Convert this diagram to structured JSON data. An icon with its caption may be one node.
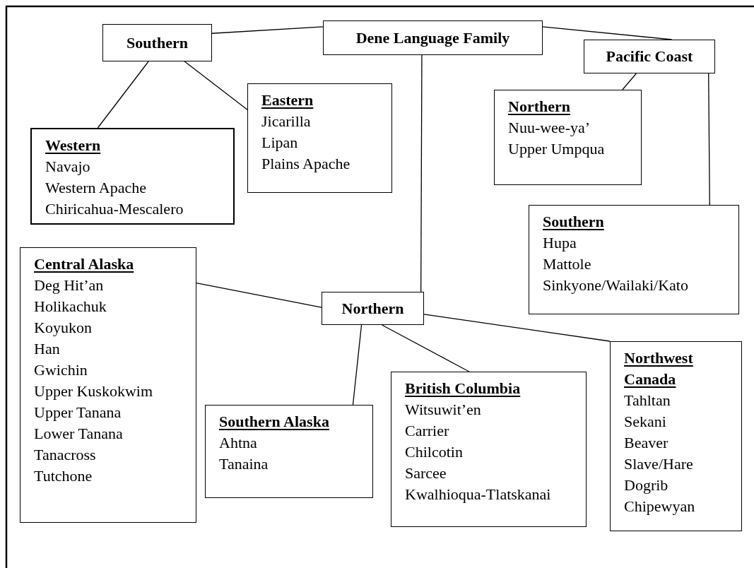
{
  "diagram": {
    "nodes": [
      {
        "text": [
          "Dene Language Family"
        ]
      },
      {
        "text": [
          "Southern"
        ]
      },
      {
        "text": [
          "Pacific Coast"
        ]
      },
      {
        "text": [
          "Western",
          "Navajo",
          "Western Apache",
          "Chiricahua-Mescalero"
        ]
      },
      {
        "text": [
          "Eastern",
          "Jicarilla",
          "Lipan",
          "Plains Apache"
        ]
      },
      {
        "text": [
          "Northern",
          "Nuu-wee-ya’",
          "Upper Umpqua"
        ]
      },
      {
        "text": [
          "Southern",
          "Hupa",
          "Mattole",
          "Sinkyone/Wailaki/Kato"
        ]
      },
      {
        "text": [
          "Northern"
        ]
      },
      {
        "text": [
          "Central Alaska",
          "Deg Hit’an",
          "Holikachuk",
          "Koyukon",
          "Han",
          "Gwichin",
          "Upper Kuskokwim",
          "Upper Tanana",
          "Lower Tanana",
          "Tanacross",
          "Tutchone"
        ]
      },
      {
        "text": [
          "Southern Alaska",
          "Ahtna",
          "Tanaina"
        ]
      },
      {
        "text": [
          "British Columbia",
          "Witsuwit’en",
          "Carrier",
          "Chilcotin",
          "Sarcee",
          "Kwalhioqua-Tlatskanai"
        ]
      },
      {
        "text": [
          "Northwest Canada",
          "Tahltan",
          "Sekani",
          "Beaver",
          "Slave/Hare",
          "Dogrib",
          "Chipewyan"
        ]
      }
    ],
    "edges": [
      {
        "from": 0,
        "to": 1,
        "arrow": "none"
      },
      {
        "from": 0,
        "to": 2,
        "arrow": "none"
      },
      {
        "from": 0,
        "to": 7,
        "arrow": "none"
      },
      {
        "from": 1,
        "to": 3,
        "arrow": "none"
      },
      {
        "from": 1,
        "to": 4,
        "arrow": "none"
      },
      {
        "from": 2,
        "to": 5,
        "arrow": "none"
      },
      {
        "from": 2,
        "to": 6,
        "arrow": "none"
      },
      {
        "from": 7,
        "to": 8,
        "arrow": "none"
      },
      {
        "from": 7,
        "to": 9,
        "arrow": "none"
      },
      {
        "from": 7,
        "to": 10,
        "arrow": "none"
      },
      {
        "from": 7,
        "to": 11,
        "arrow": "none"
      }
    ]
  }
}
